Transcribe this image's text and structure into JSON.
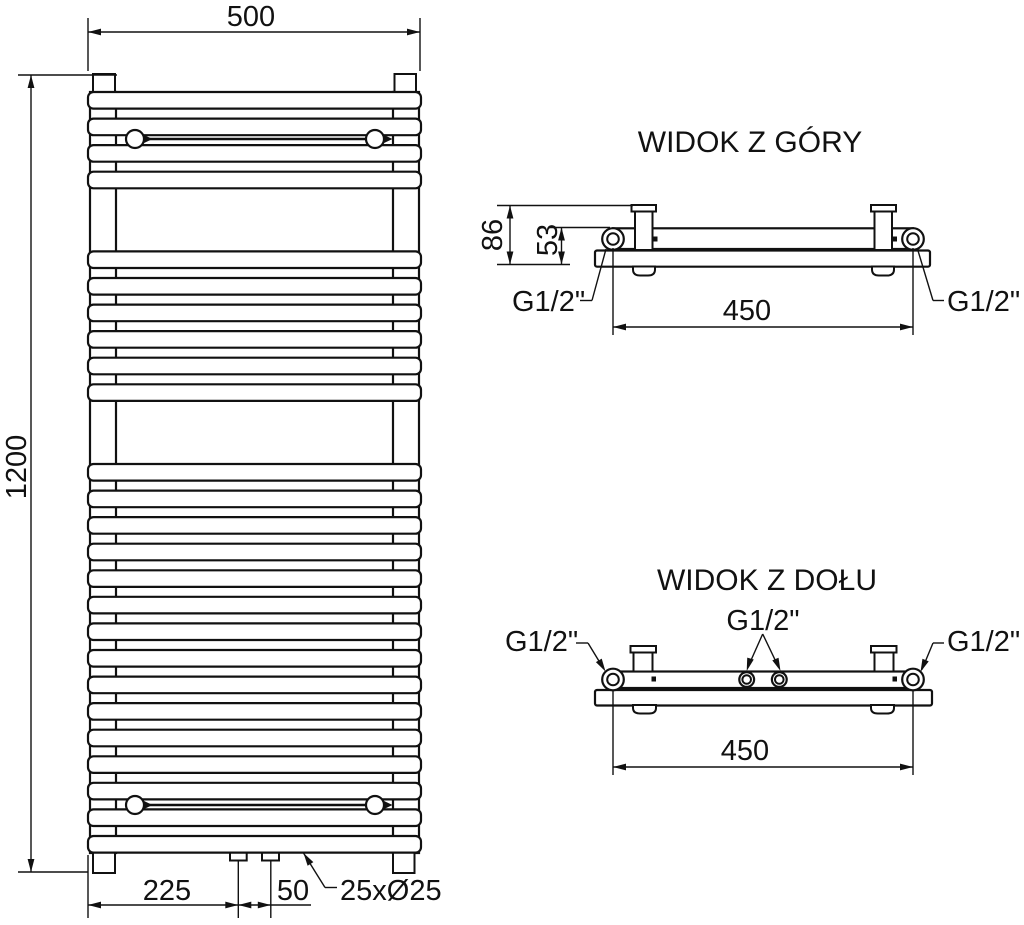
{
  "colors": {
    "line": "#111111",
    "background": "#ffffff"
  },
  "front_view": {
    "dim_width": "500",
    "dim_height": "1200",
    "dim_bottom_offset": "225",
    "dim_bottom_spacing": "50",
    "tubes_label": "25xØ25",
    "tube_count": 25,
    "tube_slots": 29,
    "missing_slots": [
      4,
      5,
      12,
      13
    ]
  },
  "top_view": {
    "title": "WIDOK Z GÓRY",
    "dim_depth": "86",
    "dim_axis_depth": "53",
    "dim_connection_span": "450",
    "thread_left": "G1/2\"",
    "thread_right": "G1/2\""
  },
  "bottom_view": {
    "title": "WIDOK Z DOŁU",
    "dim_connection_span": "450",
    "thread_left": "G1/2\"",
    "thread_center": "G1/2\"",
    "thread_right": "G1/2\""
  }
}
